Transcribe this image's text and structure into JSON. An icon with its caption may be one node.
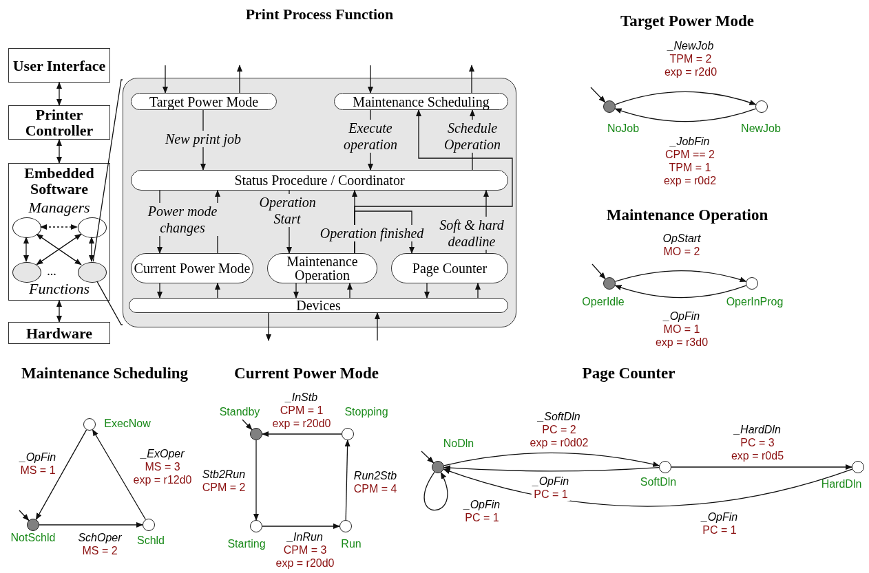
{
  "diagram": {
    "nodes": [
      {
        "text": [
          "User Interface"
        ]
      },
      {
        "text": [
          "Printer Controller"
        ]
      },
      {
        "text": [
          "Embedded Software",
          "Managers",
          "Functions"
        ]
      },
      {
        "text": [
          "Hardware"
        ]
      },
      {
        "text": [],
        "shape": "oval",
        "in": 2
      },
      {
        "text": [],
        "shape": "oval",
        "in": 2
      },
      {
        "text": [],
        "shape": "oval",
        "in": 2
      },
      {
        "text": [],
        "shape": "oval",
        "in": 2
      },
      {
        "text": [
          "Print Process Function"
        ]
      },
      {
        "text": [
          "Target Power Mode"
        ],
        "in": 8
      },
      {
        "text": [
          "Maintenance Scheduling"
        ],
        "in": 8
      },
      {
        "text": [
          "Status Procedure / Coordinator"
        ],
        "in": 8
      },
      {
        "text": [
          "Current Power Mode"
        ],
        "in": 8
      },
      {
        "text": [
          "Maintenance Operation"
        ],
        "in": 8
      },
      {
        "text": [
          "Page Counter"
        ],
        "in": 8
      },
      {
        "text": [
          "Devices"
        ],
        "in": 8
      },
      {
        "text": [],
        "shape": "circle",
        "beside": [
          "NoJob"
        ]
      },
      {
        "text": [],
        "shape": "circle",
        "beside": [
          "NewJob"
        ]
      },
      {
        "text": [],
        "shape": "circle",
        "beside": [
          "OperIdle"
        ]
      },
      {
        "text": [],
        "shape": "circle",
        "beside": [
          "OperInProg"
        ]
      },
      {
        "text": [],
        "shape": "circle",
        "beside": [
          "ExecNow"
        ]
      },
      {
        "text": [],
        "shape": "circle",
        "beside": [
          "NotSchld"
        ]
      },
      {
        "text": [],
        "shape": "circle",
        "beside": [
          "Schld"
        ]
      },
      {
        "text": [],
        "shape": "circle",
        "beside": [
          "Standby"
        ]
      },
      {
        "text": [],
        "shape": "circle",
        "beside": [
          "Stopping"
        ]
      },
      {
        "text": [],
        "shape": "circle",
        "beside": [
          "Starting"
        ]
      },
      {
        "text": [],
        "shape": "circle",
        "beside": [
          "Run"
        ]
      },
      {
        "text": [],
        "shape": "circle",
        "beside": [
          "NoDln"
        ]
      },
      {
        "text": [],
        "shape": "circle",
        "beside": [
          "SoftDln"
        ]
      },
      {
        "text": [],
        "shape": "circle",
        "beside": [
          "HardDln"
        ]
      }
    ],
    "edges": [
      {
        "from": 0,
        "to": 1,
        "arrow": "both"
      },
      {
        "from": 1,
        "to": 2,
        "arrow": "both"
      },
      {
        "from": 2,
        "to": 3,
        "arrow": "both"
      },
      {
        "from": 4,
        "to": 5,
        "arrow": "both",
        "style": "dashed"
      },
      {
        "from": 4,
        "to": 6,
        "arrow": "both"
      },
      {
        "from": 5,
        "to": 7,
        "arrow": "both"
      },
      {
        "from": 4,
        "to": 7,
        "arrow": "both"
      },
      {
        "from": 5,
        "to": 6,
        "arrow": "both"
      },
      {
        "from": 7,
        "to": 8,
        "arrow": "none"
      },
      {
        "from": 7,
        "to": 8,
        "arrow": "none"
      },
      {
        "from": null,
        "to": 9,
        "arrow": "to"
      },
      {
        "from": 9,
        "to": null,
        "arrow": "to"
      },
      {
        "from": null,
        "to": 10,
        "arrow": "to"
      },
      {
        "from": 10,
        "to": null,
        "arrow": "to"
      },
      {
        "from": 9,
        "to": 11,
        "arrow": "to",
        "label": "New print job"
      },
      {
        "from": 10,
        "to": 11,
        "arrow": "to",
        "label": "Execute operation"
      },
      {
        "from": 11,
        "to": 10,
        "arrow": "to",
        "label": "Schedule Operation"
      },
      {
        "from": 11,
        "to": 12,
        "arrow": "to",
        "label": "Power mode changes"
      },
      {
        "from": 12,
        "to": 11,
        "arrow": "to"
      },
      {
        "from": 11,
        "to": 13,
        "arrow": "to",
        "label": "Operation Start"
      },
      {
        "from": 13,
        "to": 11,
        "arrow": "to",
        "label": "Operation finished"
      },
      {
        "from": 13,
        "to": 14,
        "arrow": "to"
      },
      {
        "from": 13,
        "to": 10,
        "arrow": "to"
      },
      {
        "from": 14,
        "to": 11,
        "arrow": "to",
        "label": "Soft & hard deadline"
      },
      {
        "from": 12,
        "to": 15,
        "arrow": "to"
      },
      {
        "from": 15,
        "to": 12,
        "arrow": "to"
      },
      {
        "from": 13,
        "to": 15,
        "arrow": "to"
      },
      {
        "from": 15,
        "to": 13,
        "arrow": "to"
      },
      {
        "from": 14,
        "to": 15,
        "arrow": "to"
      },
      {
        "from": 15,
        "to": 14,
        "arrow": "to"
      },
      {
        "from": 15,
        "to": null,
        "arrow": "to"
      },
      {
        "from": null,
        "to": 15,
        "arrow": "to"
      },
      {
        "from": null,
        "to": 16,
        "arrow": "to"
      },
      {
        "from": 16,
        "to": 17,
        "arrow": "to",
        "label": "_NewJob TPM = 2 exp = r2d0"
      },
      {
        "from": 17,
        "to": 16,
        "arrow": "to",
        "label": "_JobFin CPM == 2 TPM = 1 exp = r0d2"
      },
      {
        "from": null,
        "to": 18,
        "arrow": "to"
      },
      {
        "from": 18,
        "to": 19,
        "arrow": "to",
        "label": "OpStart MO = 2"
      },
      {
        "from": 19,
        "to": 18,
        "arrow": "to",
        "label": "_OpFin MO = 1 exp = r3d0"
      },
      {
        "from": 20,
        "to": 21,
        "arrow": "to",
        "label": "_OpFin MS = 1"
      },
      {
        "from": 21,
        "to": 22,
        "arrow": "to",
        "label": "SchOper MS = 2"
      },
      {
        "from": 22,
        "to": 20,
        "arrow": "to",
        "label": "_ExOper MS = 3 exp = r12d0"
      },
      {
        "from": null,
        "to": 21,
        "arrow": "to"
      },
      {
        "from": 24,
        "to": 23,
        "arrow": "to",
        "label": "_InStb CPM = 1 exp = r20d0"
      },
      {
        "from": 23,
        "to": 25,
        "arrow": "to",
        "label": "Stb2Run CPM = 2"
      },
      {
        "from": 25,
        "to": 26,
        "arrow": "to",
        "label": "_InRun CPM = 3 exp = r20d0"
      },
      {
        "from": 26,
        "to": 24,
        "arrow": "to",
        "label": "Run2Stb CPM = 4"
      },
      {
        "from": null,
        "to": 23,
        "arrow": "to"
      },
      {
        "from": 27,
        "to": 28,
        "arrow": "to",
        "label": "_SoftDln PC = 2 exp = r0d02"
      },
      {
        "from": 28,
        "to": 27,
        "arrow": "to",
        "label": "_OpFin PC = 1"
      },
      {
        "from": 28,
        "to": 29,
        "arrow": "to",
        "label": "_HardDln PC = 3 exp = r0d5"
      },
      {
        "from": 29,
        "to": 27,
        "arrow": "to",
        "label": "_OpFin PC = 1"
      },
      {
        "from": 27,
        "to": 27,
        "arrow": "to",
        "label": "_OpFin PC = 1"
      },
      {
        "from": null,
        "to": 27,
        "arrow": "to"
      }
    ],
    "labels": [
      "Target Power Mode",
      "...",
      "Maintenance Operation",
      "Maintenance Scheduling",
      "Current Power Mode",
      "Page Counter"
    ]
  }
}
